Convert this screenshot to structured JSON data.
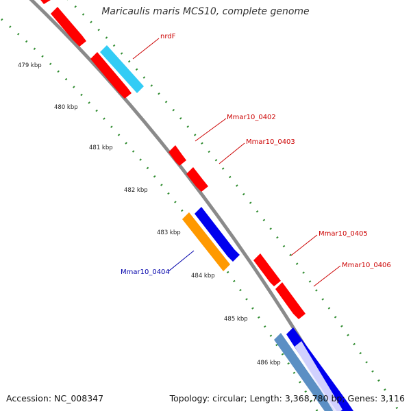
{
  "title": "Maricaulis maris MCS10, complete genome",
  "footer": {
    "accession": "Accession: NC_008347",
    "summary": "Topology: circular; Length: 3,368,780 bp; Genes: 3,116"
  },
  "colors": {
    "backbone": "#8a8a8a",
    "tick_dots": "#2e8b2e",
    "cds_red": "#ff0000",
    "gene_cyan": "#33ccf5",
    "gene_blue": "#0000ee",
    "gene_orange": "#ff9900",
    "gene_steelblue": "#5b8fc4",
    "label_red": "#cc0000",
    "label_blue": "#0000aa"
  },
  "scale_labels": [
    "479 kbp",
    "480 kbp",
    "481 kbp",
    "482 kbp",
    "483 kbp",
    "484 kbp",
    "485 kbp",
    "486 kbp"
  ],
  "gene_labels": [
    {
      "text": "nrdF",
      "color": "#cc0000"
    },
    {
      "text": "Mmar10_0402",
      "color": "#cc0000"
    },
    {
      "text": "Mmar10_0403",
      "color": "#cc0000"
    },
    {
      "text": "Mmar10_0404",
      "color": "#0000aa"
    },
    {
      "text": "Mmar10_0405",
      "color": "#cc0000"
    },
    {
      "text": "Mmar10_0406",
      "color": "#cc0000"
    }
  ]
}
